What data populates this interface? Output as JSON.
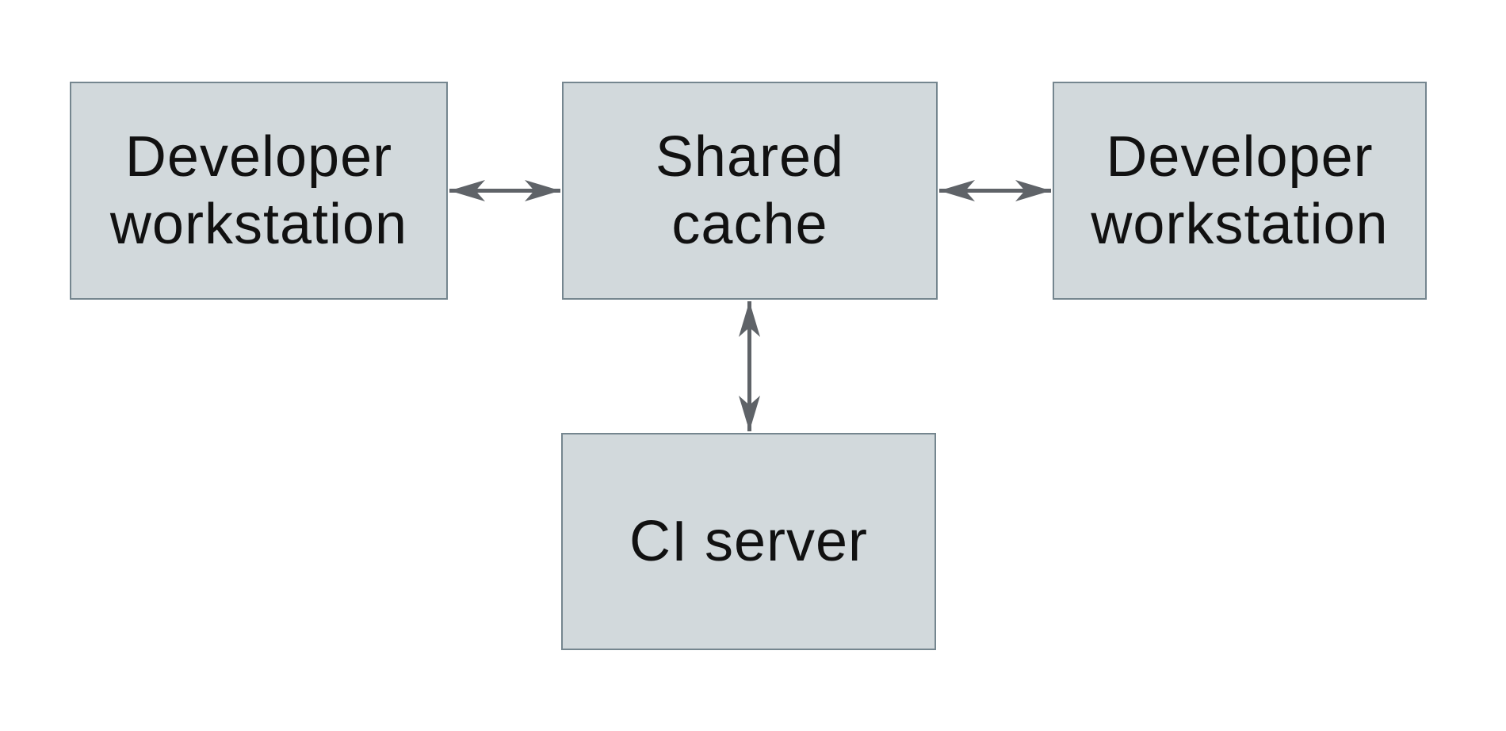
{
  "colors": {
    "background": "#ffffff",
    "node_fill": "#d2d9dc",
    "node_border": "#75868f",
    "arrow": "#5f6368",
    "text": "#111111"
  },
  "nodes": [
    {
      "id": "developer-workstation-left",
      "label": "Developer\nworkstation"
    },
    {
      "id": "shared-cache",
      "label": "Shared\ncache"
    },
    {
      "id": "developer-workstation-right",
      "label": "Developer\nworkstation"
    },
    {
      "id": "ci-server",
      "label": "CI server"
    }
  ],
  "edges": [
    {
      "from": "developer-workstation-left",
      "to": "shared-cache",
      "style": "bidirectional-arrow"
    },
    {
      "from": "shared-cache",
      "to": "developer-workstation-right",
      "style": "bidirectional-arrow"
    },
    {
      "from": "shared-cache",
      "to": "ci-server",
      "style": "bidirectional-arrow"
    }
  ]
}
